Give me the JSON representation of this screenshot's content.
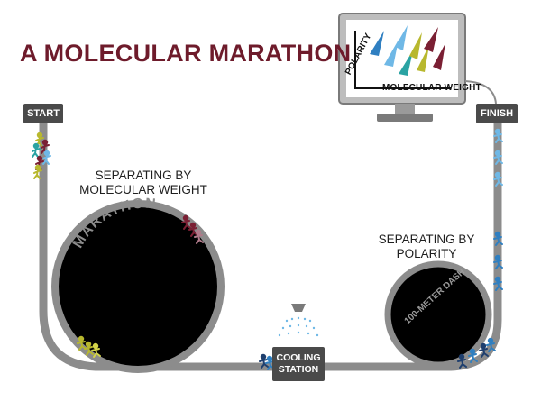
{
  "title": "A MOLECULAR MARATHON",
  "signs": {
    "start": "START",
    "finish": "FINISH"
  },
  "captions": {
    "molecular_weight": [
      "SEPARATING BY",
      "MOLECULAR WEIGHT"
    ],
    "polarity": [
      "SEPARATING BY",
      "POLARITY"
    ]
  },
  "tracks": {
    "marathon": "MARATHON",
    "dash": "100-METER DASH"
  },
  "cooling_station": [
    "COOLING",
    "STATION"
  ],
  "monitor": {
    "x_axis_label": "MOLECULAR WEIGHT",
    "y_axis_label": "POLARITY"
  },
  "colors": {
    "title": "#6e1b2b",
    "track": "#8c8c8c",
    "loop_fill": "#000000",
    "sign": "#4a4a4a",
    "runner_maroon": "#7a1f33",
    "runner_olive": "#b8b82e",
    "runner_blue": "#2f7fc1",
    "runner_lightblue": "#6fb8e6",
    "runner_teal": "#2aa3a3",
    "runner_navy": "#1f3f6e"
  }
}
